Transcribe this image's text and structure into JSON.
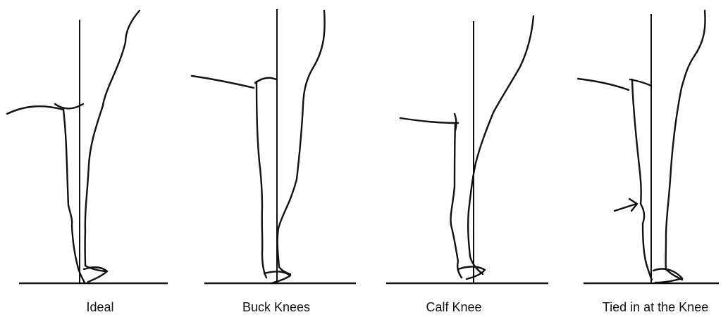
{
  "panels": [
    {
      "label": "Ideal"
    },
    {
      "label": "Buck Knees"
    },
    {
      "label": "Calf Knee"
    },
    {
      "label": "Tied in at the Knee"
    }
  ],
  "colors": {
    "ink": "#111111",
    "background": "#ffffff"
  }
}
